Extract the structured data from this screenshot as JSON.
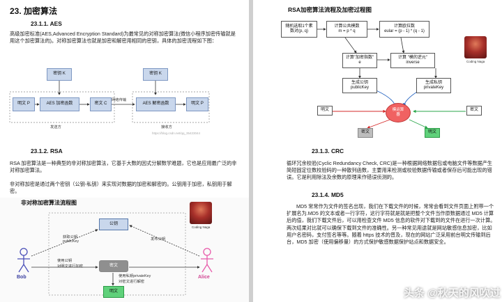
{
  "left": {
    "title": "23.   加密算法",
    "s1_heading": "23.1.1.     AES",
    "s1_para": "高级加密标准(AES,Advanced Encryption Standard)为最常见的对称加密算法(微信小程序加密传输就是用这个加密算法的)。对称加密算法也就是加密和解密用相同的密钥，具体的加密流程如下图：",
    "aes_diagram": {
      "plain_left": "明文 P",
      "aes_encrypt": "AES 加密函数",
      "key1": "密钥 K",
      "cipher": "密文  C",
      "network": "网络传输",
      "aes_decrypt": "AES 解密函数",
      "key2": "密钥 K",
      "plain_right": "明文 P",
      "sender": "发送方",
      "receiver": "接收方",
      "watermark": "https://blog.csdn.net/qq_35423044"
    },
    "s2_heading": "23.1.2.     RSA",
    "s2_para1": "RSA 加密算法是一种典型的非对称加密算法，它基于大数的因式分解数学难题，它也是应用最广泛的非对称加密算法。",
    "s2_para2": "非对称加密是通过两个密钥（公钥-私钥）来实现对数据的加密和解密的。公钥用于加密，私钥用于解密。",
    "asym_diagram": {
      "title": "非对称加密算法流程图",
      "public_key": "公钥",
      "get_pubkey": "获取公钥\npublicKey",
      "publish_pubkey": "发布公钥",
      "encrypt_pubkey": "使用公钥\n对明文进行加密",
      "cipher": "密文",
      "decrypt_private": "使用私钥privateKey\n对密文进行解密",
      "plain": "明文",
      "bob": "Bob",
      "alice": "Alice",
      "avatar_caption": "Coding Naga"
    }
  },
  "right": {
    "rsa_title": "RSA加密算法流程及加密过程图",
    "rsa": {
      "step1": "随机选取1个素\n数对(p, q)",
      "step2": "计算公共模数\nm = p * q",
      "step3": "计算欧拉数\neular = (p - 1) * (q - 1)",
      "e_calc": "计算\"加密指数\"\ne",
      "d_calc": "计算 \"模的逆元\"\ninverse",
      "pub_gen": "生成公钥\npublicKey",
      "priv_gen": "生成私钥\nprivateKey",
      "center": "模运算\n器",
      "plain_left": "明文",
      "cipher_right": "密文",
      "cipher_left": "密文",
      "plain_mid": "明文",
      "avatar_caption": "Coding Naga"
    },
    "s3_heading": "23.1.3.     CRC",
    "s3_para": "循环冗余校验(Cyclic Redundancy Check, CRC)是一种根据网络数据包或电脑文件等数据产生简短固定位数校验码的一种散列函数，主要用来检测或校验数据传输或者保存后可能出现的错误。它是利用除法及余数的原理来作错误侦测的。",
    "s4_heading": "23.1.4.     MD5",
    "s4_para": "MD5 常常作为文件的签名出现，我们在下载文件的时候，常常会看到文件页面上附带一个扩展名为.MD5 的文本或者一行字符，这行字符就是就是把整个文件当作原数据通过 MD5 计算后的值，我们下载文件后，可以用检查文件 MD5 信息的软件对下载到的文件在进行一次计算。两次结果对比就可以确保下载到文件的准确性。另一种常见用途就是网站敏感信息加密，比如用户名密码，支付签名等等。随着 https 技术的普及，现在的网站广泛采用前台明文传输到后台，MD5 加密（使用偏移量）的方式保护敏感数据保护站点和数据安全。",
    "footer_watermark": "头条 @秋天的风吹过"
  },
  "colors": {
    "box_blue": "#c9d7ec",
    "cipher_green": "#5fd17a",
    "center_red": "#f06262",
    "arrow_green": "#2aa64a",
    "arrow_red": "#d62828",
    "arrow_blue": "#1f5fbf"
  }
}
